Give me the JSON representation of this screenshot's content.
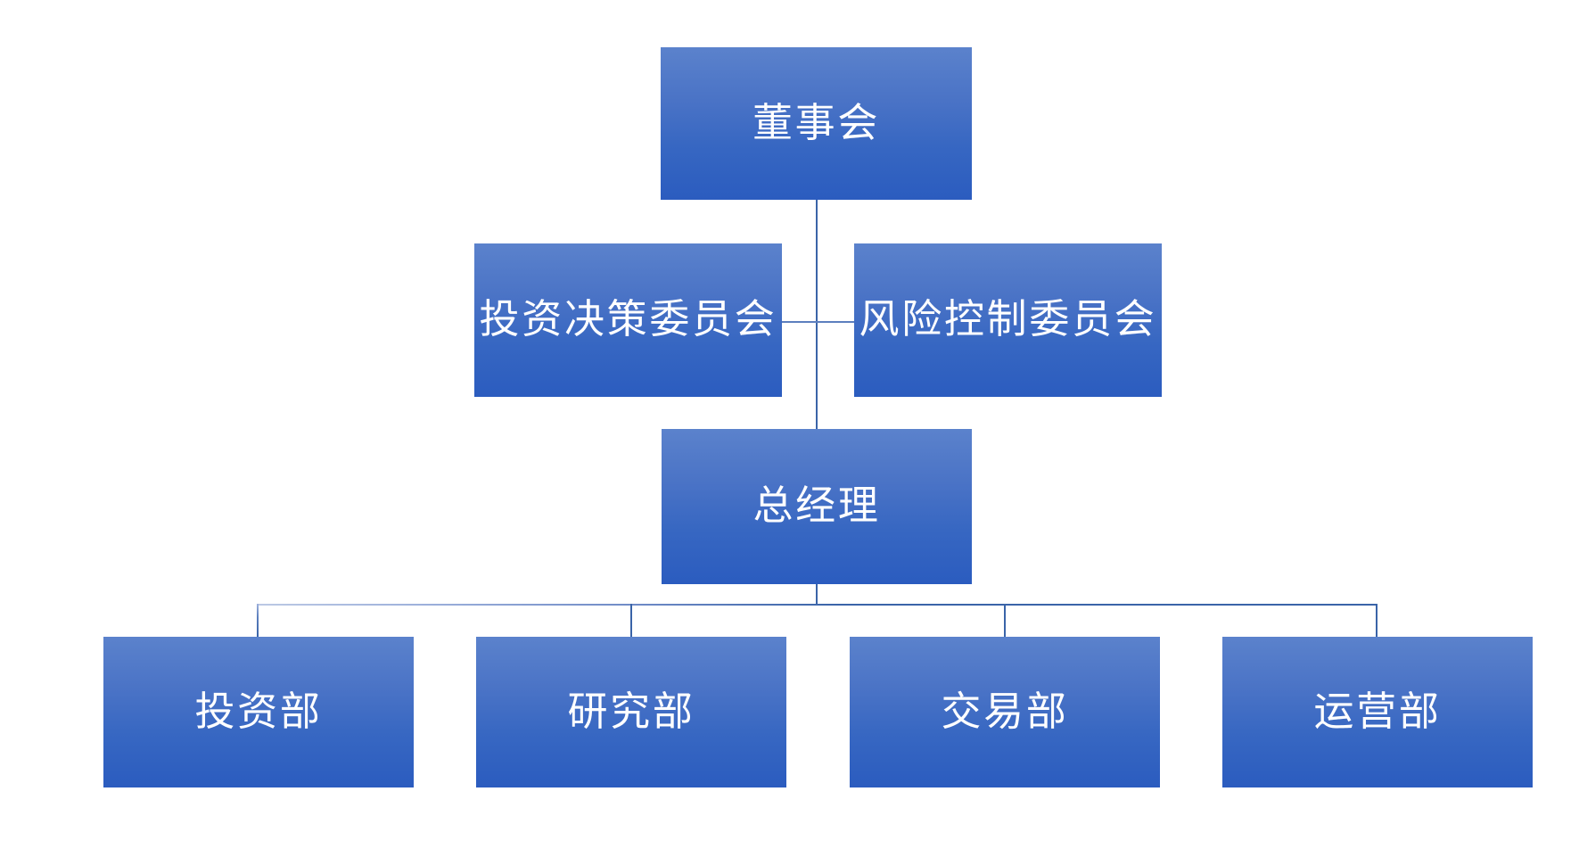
{
  "chart": {
    "type": "org-chart",
    "title": "",
    "background_color": "#FFFFFF",
    "node_fill_top": "#5B82CC",
    "node_fill_bottom": "#2B5CBF",
    "node_text_color": "#FFFFFF",
    "connector_color": "#3A64A8"
  },
  "nodes": {
    "board": {
      "label": "董事会",
      "level": 1
    },
    "investment_committee": {
      "label": "投资决策委员会",
      "level": 2
    },
    "risk_committee": {
      "label": "风险控制委员会",
      "level": 2
    },
    "general_manager": {
      "label": "总经理",
      "level": 3
    },
    "departments": [
      {
        "label": "投资部"
      },
      {
        "label": "研究部"
      },
      {
        "label": "交易部"
      },
      {
        "label": "运营部"
      }
    ]
  }
}
